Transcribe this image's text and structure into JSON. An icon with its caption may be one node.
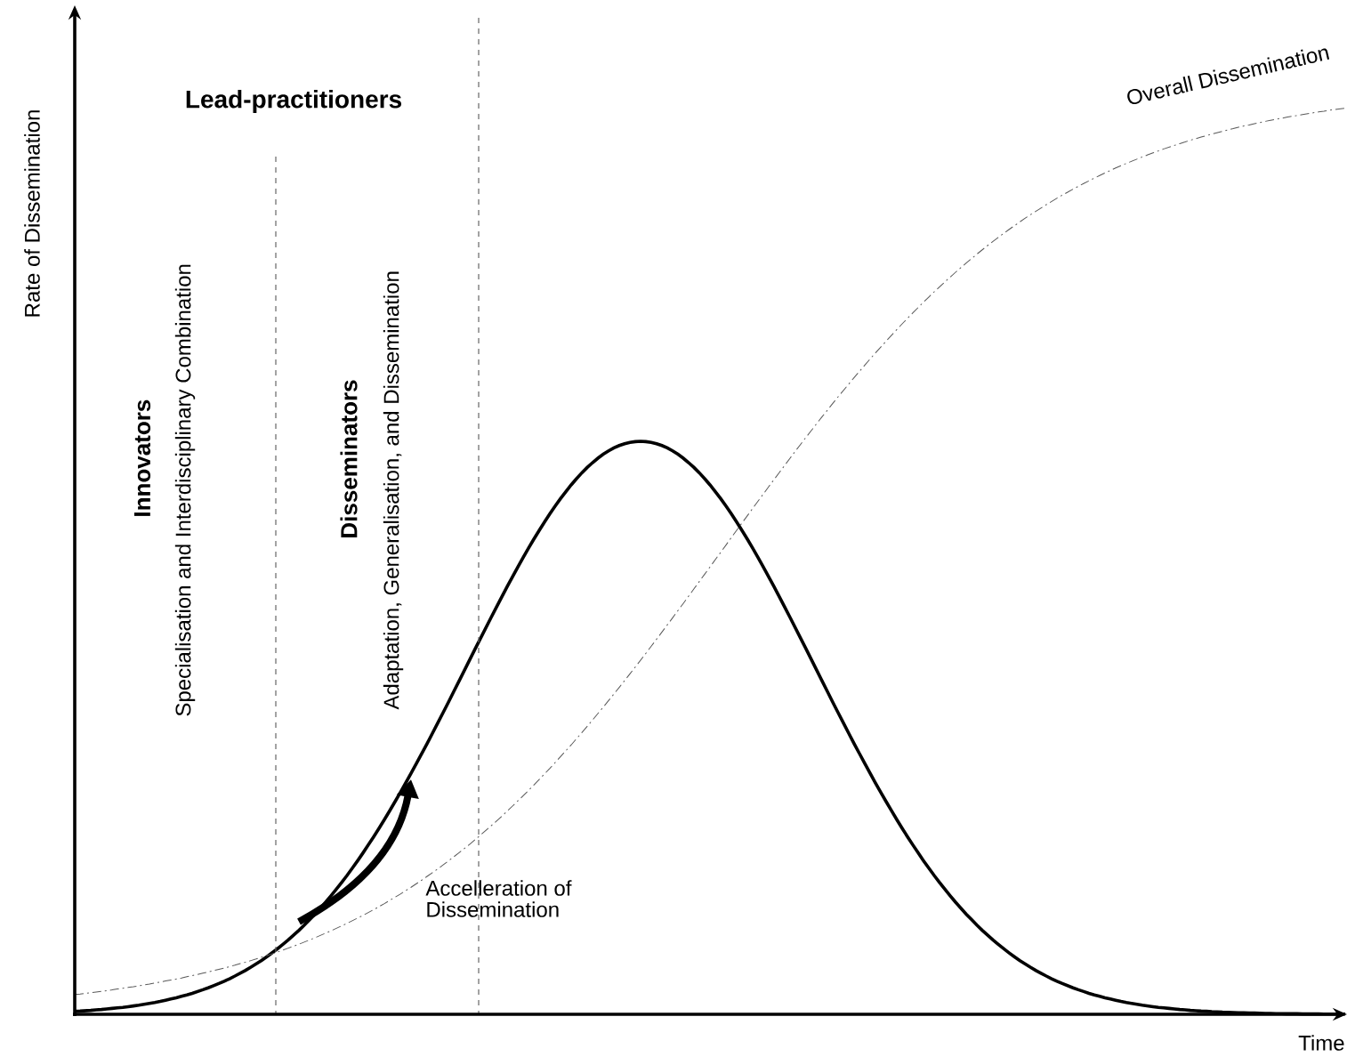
{
  "diagram": {
    "labels": [
      "Rate of Dissemination",
      "Time",
      "Lead-practitioners",
      "Innovators",
      "Specialisation and Interdisciplinary Combination",
      "Disseminators",
      "Adaptation, Generalisation, and Dissemination",
      "Overall Dissemination",
      "Accelleration of Dissemination"
    ]
  }
}
